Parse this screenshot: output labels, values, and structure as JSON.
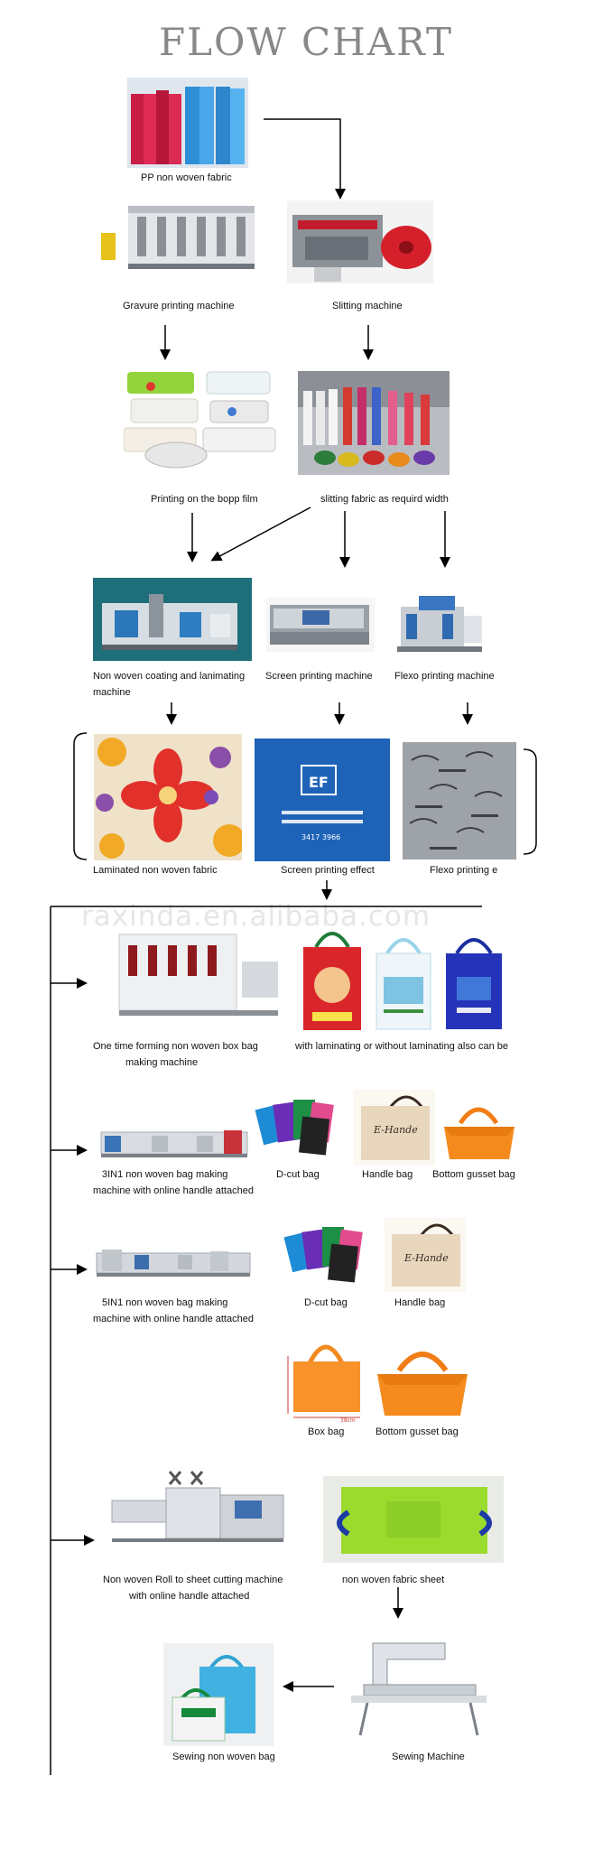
{
  "title": "FLOW CHART",
  "watermark": "raxinda.en.alibaba.com",
  "labels": {
    "pp_fabric": "PP non woven fabric",
    "gravure": "Gravure printing machine",
    "slitting": "Slitting machine",
    "bopp": "Printing on the bopp film",
    "slitting_fabric": "slitting fabric as requird width",
    "coating_1": "Non woven coating and lanimating",
    "coating_2": "machine",
    "screen_machine": "Screen printing machine",
    "flexo_machine": "Flexo printing machine",
    "laminated": "Laminated non woven fabric",
    "screen_effect": "Screen printing effect",
    "flexo_effect": "Flexo printing e",
    "box_bag_machine_1": "One time forming non woven box bag",
    "box_bag_machine_2": "making machine",
    "laminating_note": "with laminating or without laminating also can be",
    "three_in_one_1": "3IN1 non woven bag making",
    "three_in_one_2": "machine with online handle attached",
    "dcut_bag": "D-cut bag",
    "handle_bag": "Handle bag",
    "bottom_gusset_bag": "Bottom gusset bag",
    "five_in_one_1": "5IN1 non woven bag making",
    "five_in_one_2": "machine with online handle attached",
    "dcut_bag_2": "D-cut bag",
    "handle_bag_2": "Handle bag",
    "box_bag": "Box bag",
    "bottom_gusset_bag_2": "Bottom gusset bag",
    "roll_cutting_1": "Non woven Roll to sheet cutting machine",
    "roll_cutting_2": "with online handle attached",
    "fabric_sheet": "non woven fabric sheet",
    "sewing_bag": "Sewing non woven bag",
    "sewing_machine": "Sewing Machine"
  },
  "bag_print_text": {
    "box_bag_dimension": "38cm",
    "ef_logo": "EF",
    "phone": "3417 3966",
    "brand": "E-Hande"
  },
  "colors": {
    "title": "#888888",
    "line": "#000000",
    "watermark": "#e6e6e6"
  }
}
